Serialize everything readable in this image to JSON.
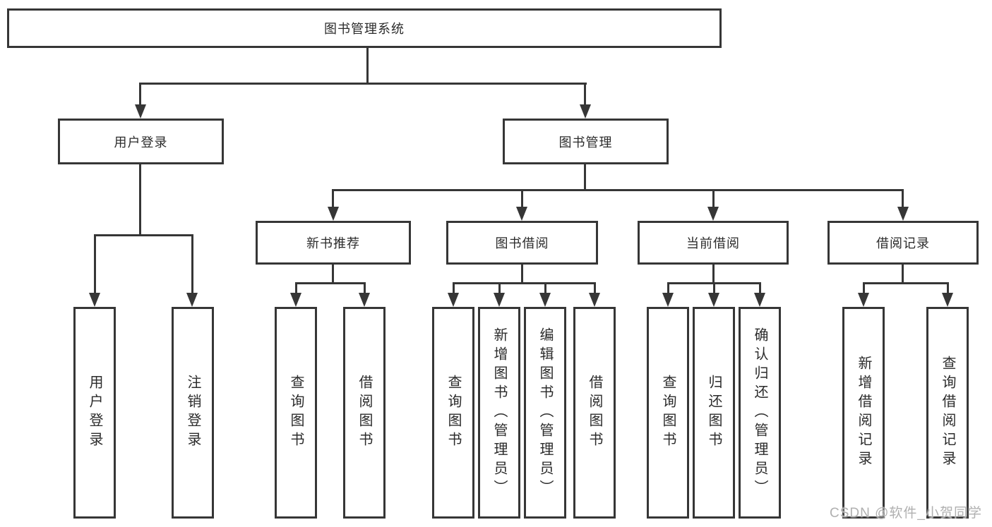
{
  "diagram_title": "图书管理系统",
  "tree": {
    "label": "图书管理系统",
    "children": [
      {
        "label": "用户登录",
        "children": [
          {
            "label": "用户登录"
          },
          {
            "label": "注销登录"
          }
        ]
      },
      {
        "label": "图书管理",
        "children": [
          {
            "label": "新书推荐",
            "children": [
              {
                "label": "查询图书"
              },
              {
                "label": "借阅图书"
              }
            ]
          },
          {
            "label": "图书借阅",
            "children": [
              {
                "label": "查询图书"
              },
              {
                "label": "新增图书（管理员）"
              },
              {
                "label": "编辑图书（管理员）"
              },
              {
                "label": "借阅图书"
              }
            ]
          },
          {
            "label": "当前借阅",
            "children": [
              {
                "label": "查询图书"
              },
              {
                "label": "归还图书"
              },
              {
                "label": "确认归还（管理员）"
              }
            ]
          },
          {
            "label": "借阅记录",
            "children": [
              {
                "label": "新增借阅记录"
              },
              {
                "label": "查询借阅记录"
              }
            ]
          }
        ]
      }
    ]
  },
  "watermark": "CSDN @软件_小贺同学",
  "colors": {
    "line": "#363636",
    "box_background": "#ffffff",
    "text": "#2b2b2b",
    "watermark": "#b0b0b0"
  }
}
